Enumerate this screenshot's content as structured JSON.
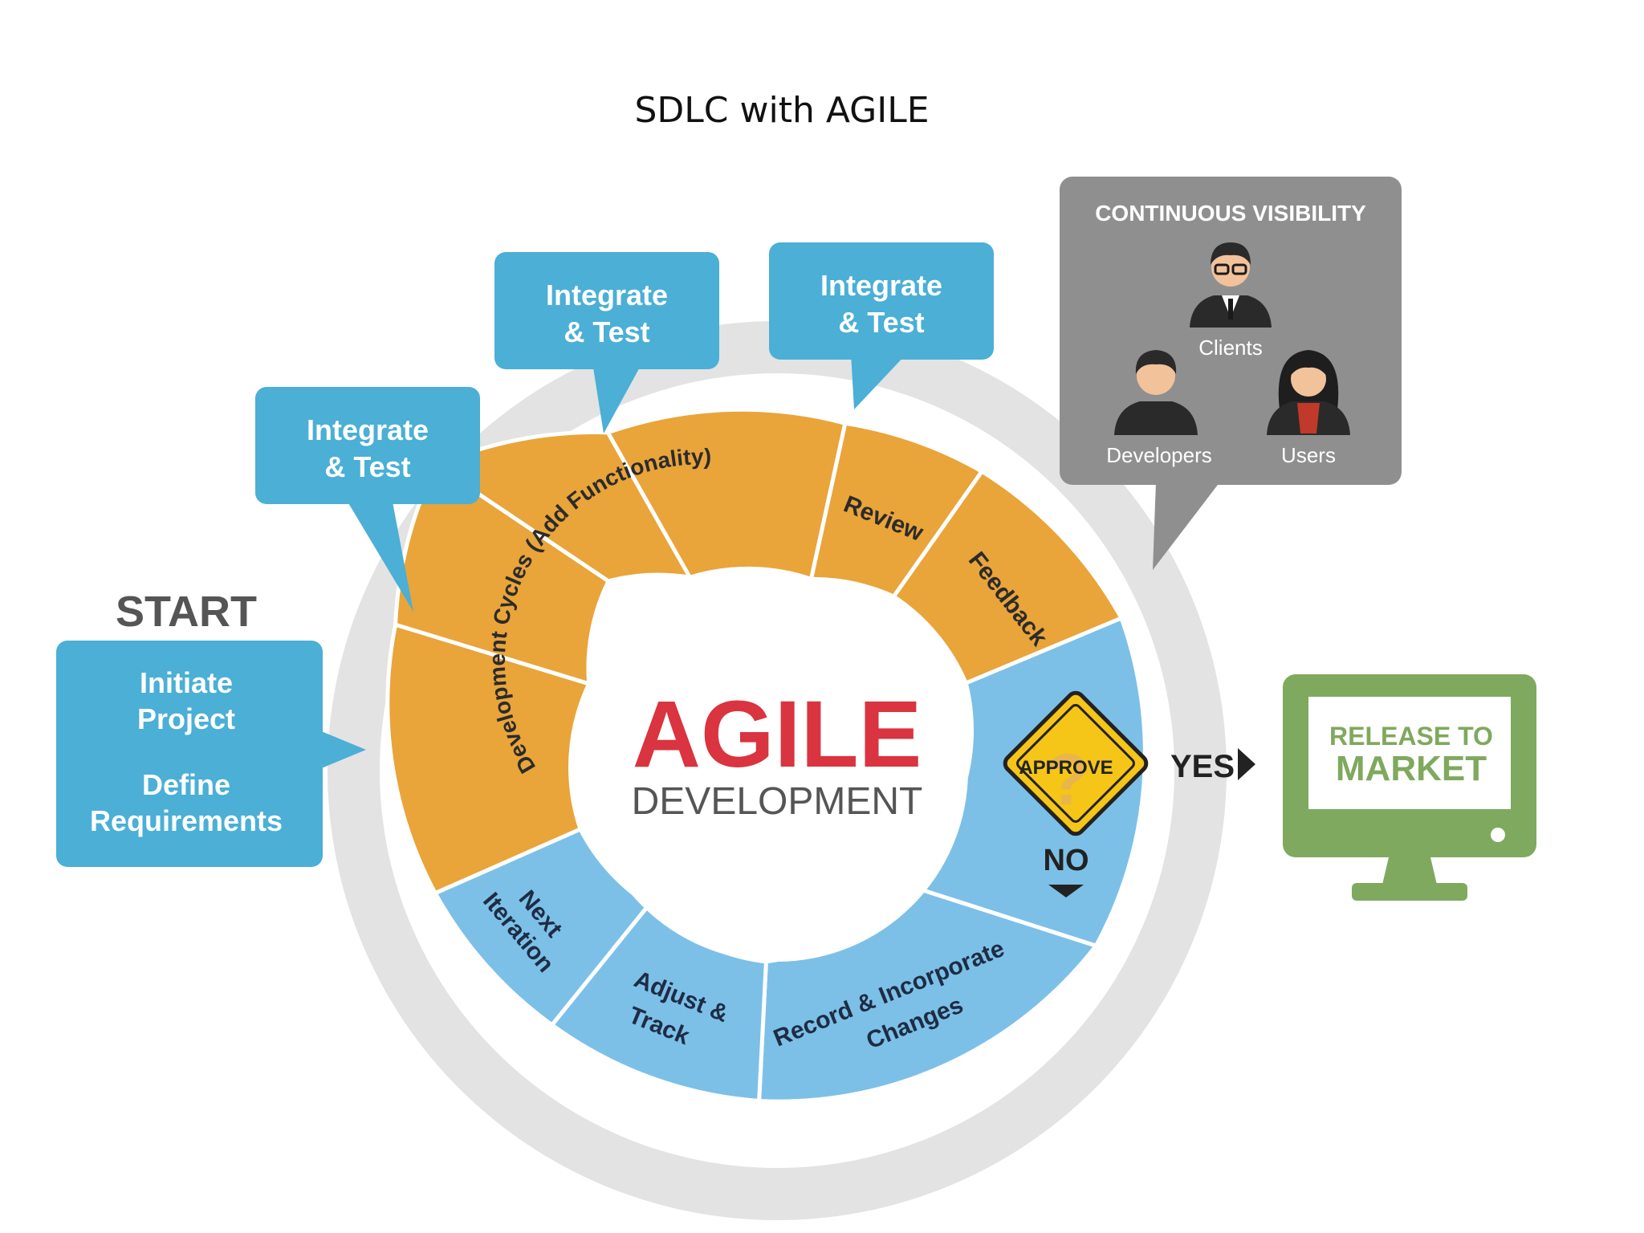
{
  "page": {
    "title": "SDLC with AGILE"
  },
  "start": {
    "heading": "START",
    "line1": "Initiate",
    "line2": "Project",
    "line3": "Define",
    "line4": "Requirements"
  },
  "integrate_bubbles": [
    {
      "line1": "Integrate",
      "line2": "& Test"
    },
    {
      "line1": "Integrate",
      "line2": "& Test"
    },
    {
      "line1": "Integrate",
      "line2": "& Test"
    }
  ],
  "center": {
    "title": "AGILE",
    "subtitle": "DEVELOPMENT"
  },
  "segments": {
    "development_cycles": "Development Cycles (Add Functionality)",
    "review": "Review",
    "feedback": "Feedback",
    "next_iteration_1": "Next",
    "next_iteration_2": "Iteration",
    "adjust_track_1": "Adjust &",
    "adjust_track_2": "Track",
    "record_changes_1": "Record & Incorporate",
    "record_changes_2": "Changes"
  },
  "approve": {
    "sign": "APPROVE",
    "yes": "YES",
    "no": "NO"
  },
  "visibility": {
    "title": "CONTINUOUS VISIBILITY",
    "clients": "Clients",
    "developers": "Developers",
    "users": "Users"
  },
  "release": {
    "line1": "RELEASE TO",
    "line2": "MARKET"
  },
  "colors": {
    "orange": "#E9A43A",
    "light_blue": "#7CC0E8",
    "bubble_blue": "#4BAFD6",
    "red": "#D9343F",
    "dark_gray": "#555555",
    "panel_gray": "#8F8F90",
    "green": "#7FA95E"
  }
}
